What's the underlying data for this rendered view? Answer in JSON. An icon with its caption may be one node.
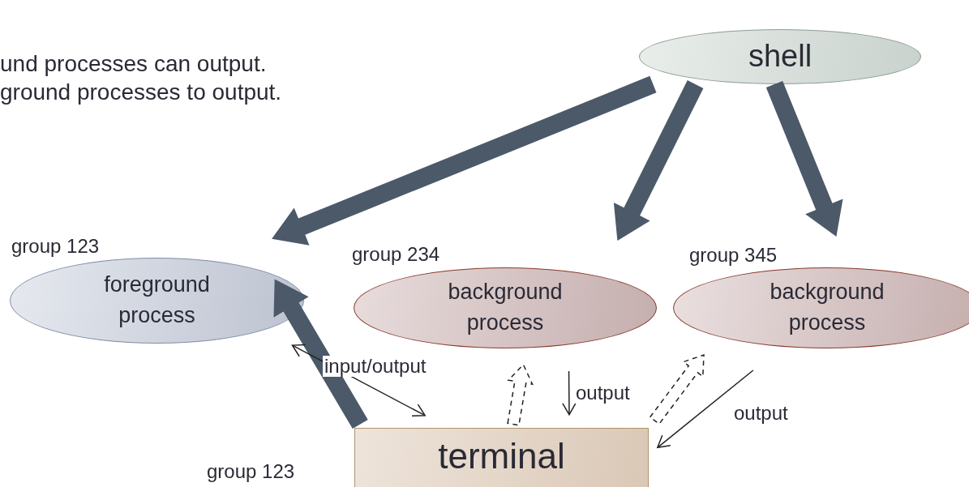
{
  "diagram": {
    "nodes": [
      {
        "text": [
          "shell"
        ]
      },
      {
        "text": [
          "foreground process"
        ],
        "beside": [
          "group 123"
        ]
      },
      {
        "text": [
          "background process"
        ],
        "beside": [
          "group 234"
        ]
      },
      {
        "text": [
          "background process"
        ],
        "beside": [
          "group 345"
        ]
      },
      {
        "text": [
          "terminal"
        ],
        "beside": [
          "group 123"
        ]
      }
    ],
    "edges": [
      {
        "from": 0,
        "to": 1,
        "arrow": "to",
        "style": "thick",
        "color": "#4b5969"
      },
      {
        "from": 0,
        "to": 2,
        "arrow": "to",
        "style": "thick",
        "color": "#4b5969"
      },
      {
        "from": 0,
        "to": 3,
        "arrow": "to",
        "style": "thick",
        "color": "#4b5969"
      },
      {
        "from": 4,
        "to": 1,
        "arrow": "to",
        "style": "thick",
        "color": "#4b5969"
      },
      {
        "from": 1,
        "to": 4,
        "arrow": "both",
        "label": "input/output"
      },
      {
        "from": 4,
        "to": 2,
        "arrow": "to",
        "style": "dashed"
      },
      {
        "from": 2,
        "to": 4,
        "arrow": "to",
        "label": "output"
      },
      {
        "from": 4,
        "to": 3,
        "arrow": "to",
        "style": "dashed"
      },
      {
        "from": 3,
        "to": 4,
        "arrow": "to",
        "label": "output"
      }
    ],
    "labels": [
      "und processes can output.",
      "ground processes to output."
    ]
  }
}
